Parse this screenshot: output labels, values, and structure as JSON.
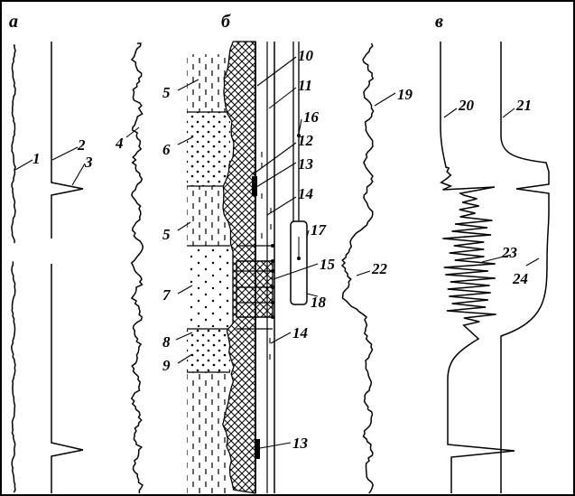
{
  "panels": {
    "a": "а",
    "b": "б",
    "v": "в"
  },
  "labels": {
    "n1": "1",
    "n2": "2",
    "n3": "3",
    "n4": "4",
    "n5a": "5",
    "n5b": "5",
    "n6": "6",
    "n7": "7",
    "n8": "8",
    "n9": "9",
    "n10": "10",
    "n11": "11",
    "n12": "12",
    "n13a": "13",
    "n13b": "13",
    "n14a": "14",
    "n14b": "14",
    "n15": "15",
    "n16": "16",
    "n17": "17",
    "n18": "18",
    "n19": "19",
    "n20": "20",
    "n21": "21",
    "n22": "22",
    "n23": "23",
    "n24": "24"
  }
}
